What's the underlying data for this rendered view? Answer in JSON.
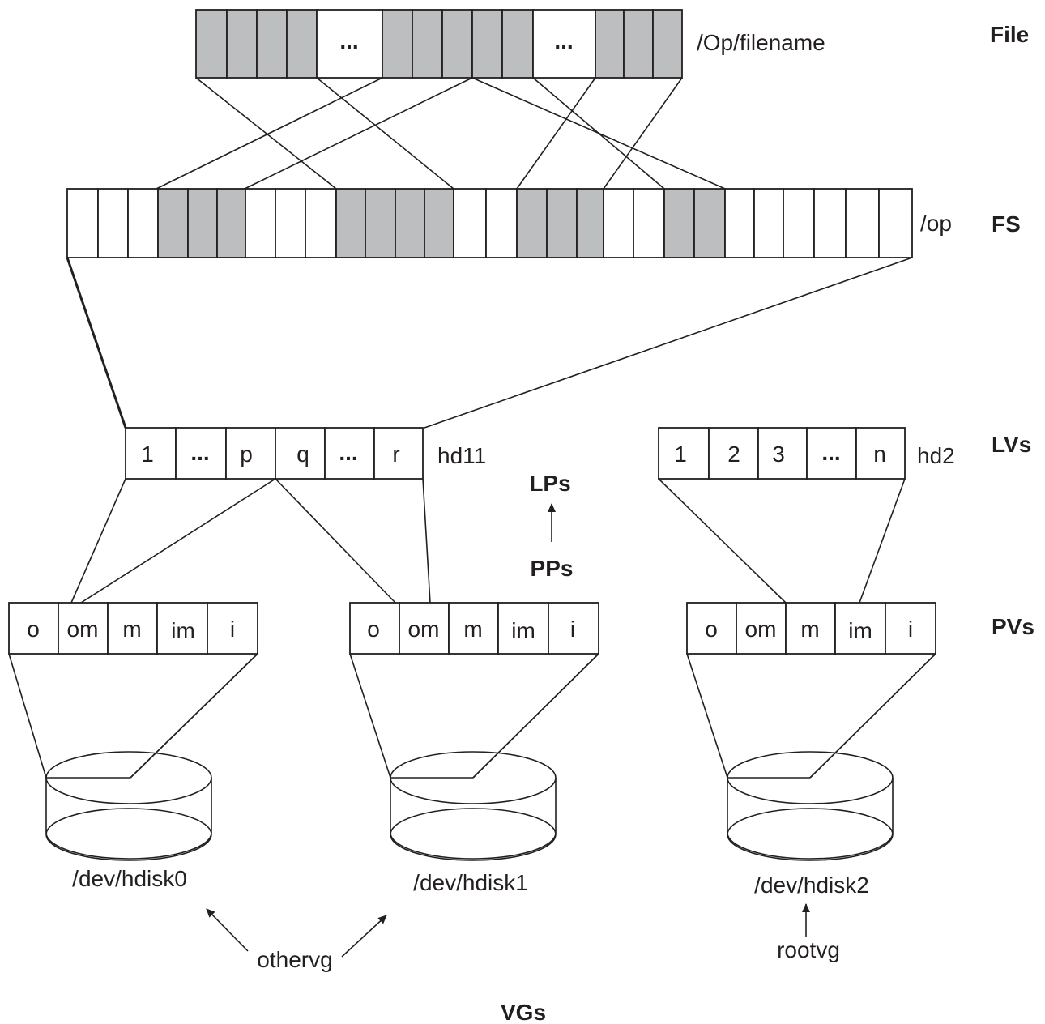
{
  "colors": {
    "stroke": "#231f20",
    "shaded_block": "#bcbec0",
    "disk_top": "#d1c9ca",
    "white": "#ffffff"
  },
  "file": {
    "path_label": "/Op/filename",
    "layer_label": "File",
    "ellipsis_1": "...",
    "ellipsis_2": "..."
  },
  "fs": {
    "path_label": "/op",
    "layer_label": "FS"
  },
  "lvs": {
    "layer_label": "LVs",
    "hd11": {
      "name": "hd11",
      "cells": [
        "1",
        "...",
        "p",
        "q",
        "...",
        "r"
      ]
    },
    "hd2": {
      "name": "hd2",
      "cells": [
        "1",
        "2",
        "3",
        "...",
        "n"
      ]
    }
  },
  "mapping": {
    "lps": "LPs",
    "pps": "PPs"
  },
  "pvs": {
    "layer_label": "PVs",
    "disks": [
      {
        "cells": [
          "o",
          "om",
          "m",
          "im",
          "i"
        ],
        "device": "/dev/hdisk0"
      },
      {
        "cells": [
          "o",
          "om",
          "m",
          "im",
          "i"
        ],
        "device": "/dev/hdisk1"
      },
      {
        "cells": [
          "o",
          "om",
          "m",
          "im",
          "i"
        ],
        "device": "/dev/hdisk2"
      }
    ]
  },
  "vgs": {
    "layer_label": "VGs",
    "othervg": "othervg",
    "rootvg": "rootvg"
  }
}
